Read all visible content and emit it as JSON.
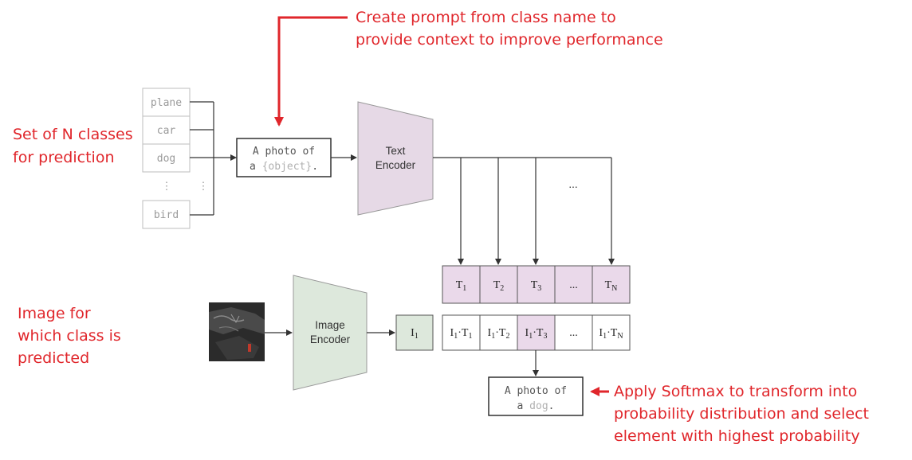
{
  "annotations": {
    "prompt_note": [
      "Create prompt from class name to",
      "provide context to improve performance"
    ],
    "classes_note": [
      "Set of N classes",
      "for prediction"
    ],
    "image_note": [
      "Image for",
      "which class is",
      "predicted"
    ],
    "softmax_note": [
      "Apply Softmax to transform into",
      "probability distribution and select",
      "element with highest probability"
    ]
  },
  "classes": [
    "plane",
    "car",
    "dog",
    "bird"
  ],
  "ellipsis_vertical": "⋮",
  "prompt": {
    "line1": "A photo of",
    "line2_prefix": "a ",
    "line2_var": "{object}",
    "line2_suffix": "."
  },
  "text_encoder": [
    "Text",
    "Encoder"
  ],
  "image_encoder": [
    "Image",
    "Encoder"
  ],
  "encoder_ellipsis": "...",
  "text_embeddings": [
    {
      "main": "T",
      "sub": "1"
    },
    {
      "main": "T",
      "sub": "2"
    },
    {
      "main": "T",
      "sub": "3"
    },
    {
      "main": "...",
      "sub": ""
    },
    {
      "main": "T",
      "sub": "N"
    }
  ],
  "image_embedding": {
    "main": "I",
    "sub": "1"
  },
  "products": [
    {
      "a": "I",
      "as": "1",
      "b": "T",
      "bs": "1"
    },
    {
      "a": "I",
      "as": "1",
      "b": "T",
      "bs": "2"
    },
    {
      "a": "I",
      "as": "1",
      "b": "T",
      "bs": "3"
    },
    {
      "ellipsis": "..."
    },
    {
      "a": "I",
      "as": "1",
      "b": "T",
      "bs": "N"
    }
  ],
  "result": {
    "line1": "A photo of",
    "line2_prefix": "a ",
    "line2_var": "dog",
    "line2_suffix": "."
  },
  "colors": {
    "annotation": "#e0262b",
    "text_encoder_fill": "#e6d9e6",
    "image_encoder_fill": "#dde8dc",
    "highlight_purple": "#ead9ea",
    "highlight_green": "#dde8dc"
  }
}
